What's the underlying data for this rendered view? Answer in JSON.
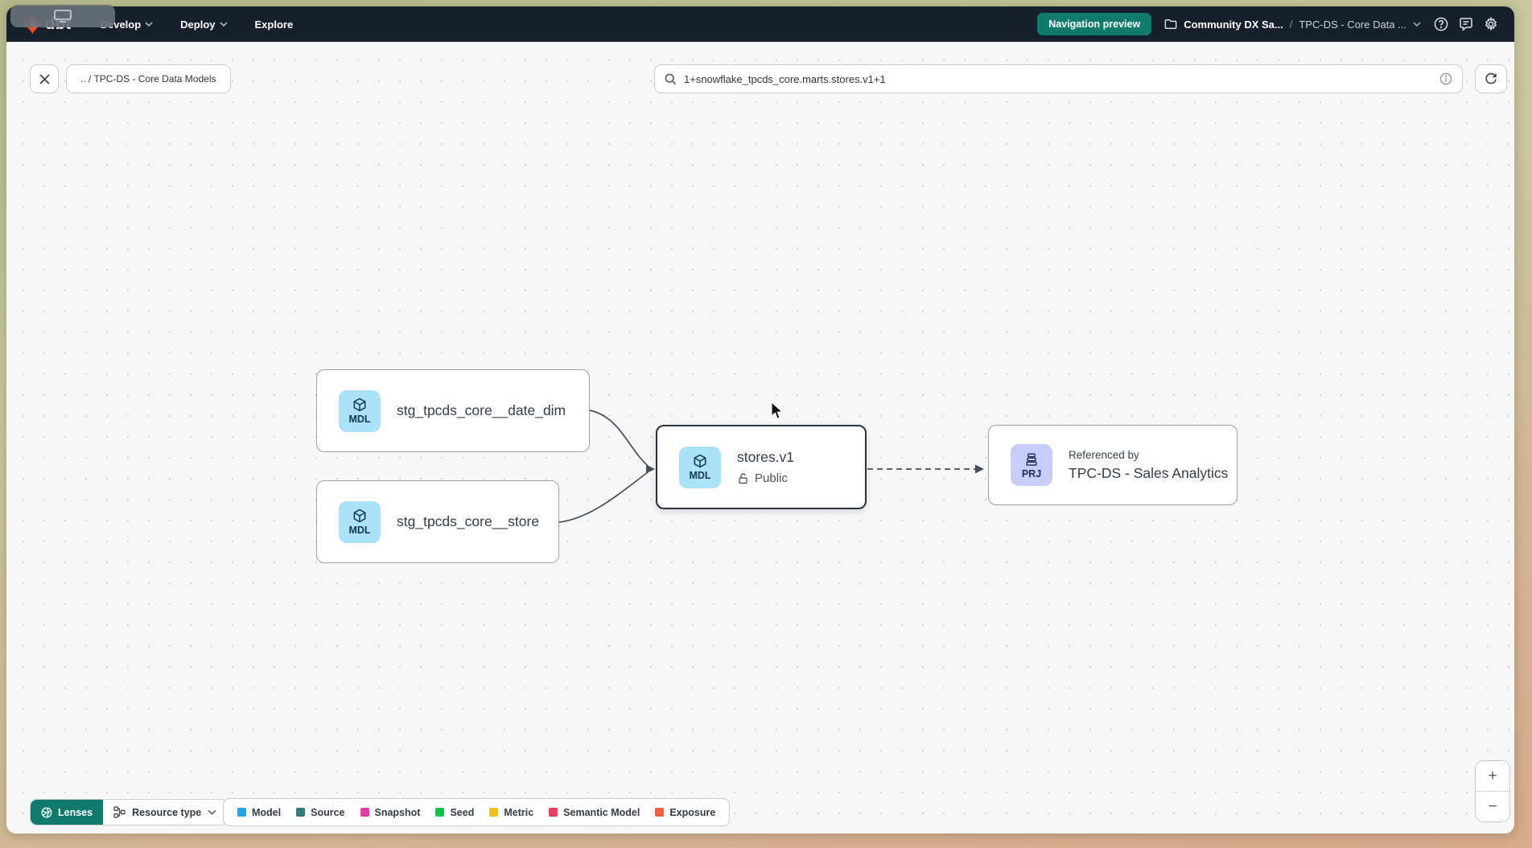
{
  "navbar": {
    "logo_text": "dbt",
    "menu": [
      {
        "label": "Develop"
      },
      {
        "label": "Deploy"
      },
      {
        "label": "Explore"
      }
    ],
    "preview_badge": "Navigation preview",
    "breadcrumb": {
      "account": "Community DX Sa...",
      "separator": "/",
      "project": "TPC-DS - Core Data ..."
    }
  },
  "toolbar": {
    "context_chip": ".. / TPC-DS - Core Data Models",
    "search": {
      "value": "1+snowflake_tpcds_core.marts.stores.v1+1"
    }
  },
  "graph": {
    "nodes": [
      {
        "badge": "MDL",
        "label": "stg_tpcds_core__date_dim"
      },
      {
        "badge": "MDL",
        "label": "stg_tpcds_core__store"
      },
      {
        "badge": "MDL",
        "label": "stores.v1",
        "access": "Public"
      },
      {
        "badge": "PRJ",
        "kicker": "Referenced by",
        "label": "TPC-DS - Sales Analytics"
      }
    ]
  },
  "footer": {
    "lenses_label": "Lenses",
    "resource_type_label": "Resource type",
    "legend": {
      "items": [
        {
          "label": "Model",
          "color": "#29a3e8"
        },
        {
          "label": "Source",
          "color": "#337b7b"
        },
        {
          "label": "Snapshot",
          "color": "#de3ba5"
        },
        {
          "label": "Seed",
          "color": "#0bc14e"
        },
        {
          "label": "Metric",
          "color": "#efc122"
        },
        {
          "label": "Semantic Model",
          "color": "#ee3d61"
        },
        {
          "label": "Exposure",
          "color": "#f0603c"
        }
      ]
    }
  },
  "zoom_controls": {
    "zoom_in": "+",
    "zoom_out": "−"
  },
  "colors": {
    "accent_teal": "#117a6e",
    "navbar_bg": "#161f2c",
    "model_badge_bg": "#abe2f8",
    "project_badge_bg": "#c6cef7"
  }
}
